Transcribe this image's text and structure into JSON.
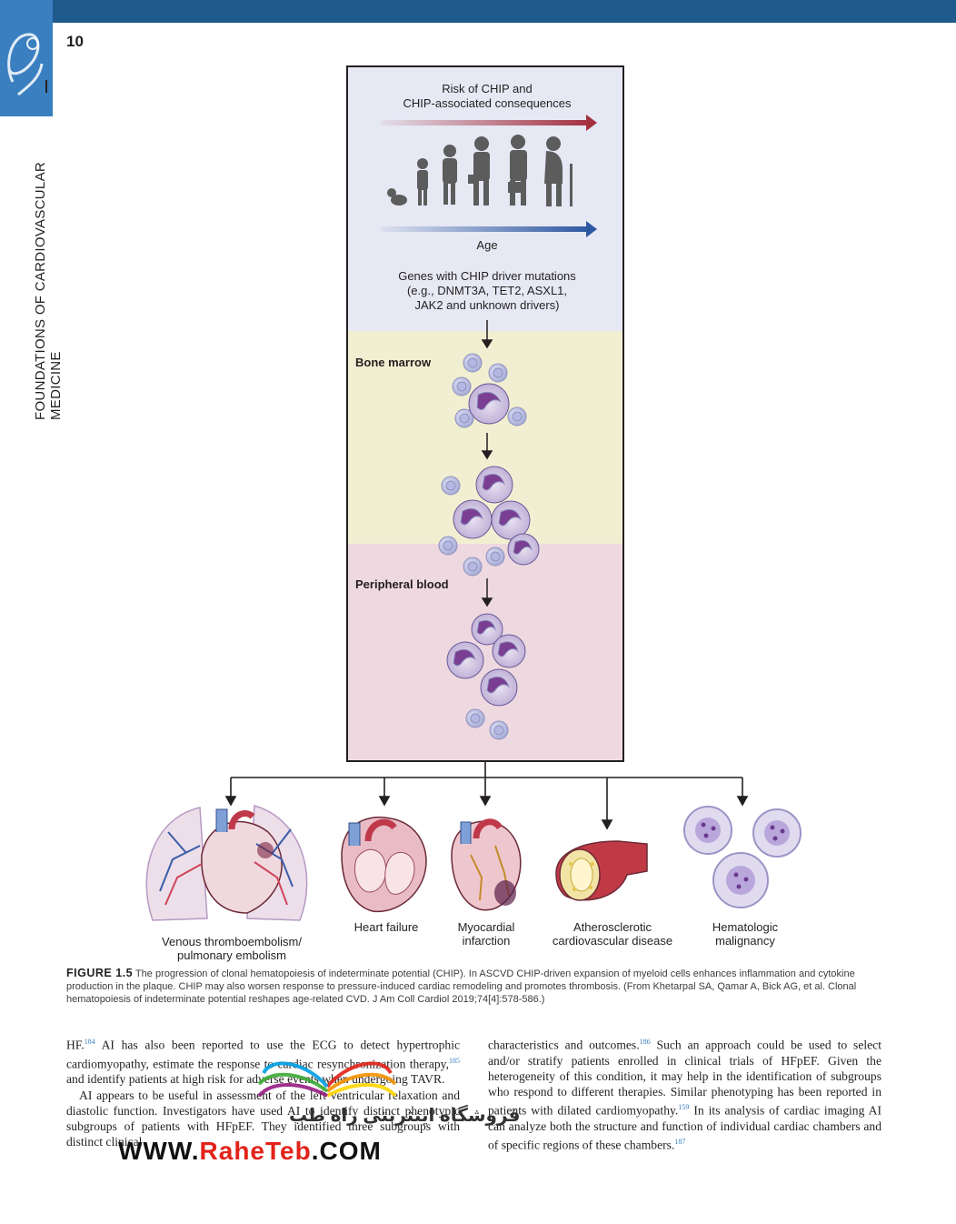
{
  "page": {
    "number": "10",
    "running_head": "FOUNDATIONS OF CARDIOVASCULAR MEDICINE"
  },
  "figure": {
    "risk_label_1": "Risk of CHIP and",
    "risk_label_2": "CHIP-associated consequences",
    "age_label": "Age",
    "genes_line_1": "Genes with CHIP driver mutations",
    "genes_line_2": "(e.g., DNMT3A, TET2, ASXL1,",
    "genes_line_3": "JAK2 and unknown drivers)",
    "bone_marrow": "Bone marrow",
    "peripheral_blood": "Peripheral blood",
    "outcomes": [
      {
        "line1": "Venous thromboembolism/",
        "line2": "pulmonary embolism"
      },
      {
        "line1": "Heart failure",
        "line2": ""
      },
      {
        "line1": "Myocardial",
        "line2": "infarction"
      },
      {
        "line1": "Atherosclerotic",
        "line2": "cardiovascular disease"
      },
      {
        "line1": "Hematologic",
        "line2": "malignancy"
      }
    ],
    "colors": {
      "blue_band": "#e6e8f4",
      "yellow_band": "#f1efd1",
      "pink_band": "#efd9e0",
      "risk_arrow": "#a3303f",
      "age_arrow": "#2d57a0"
    }
  },
  "caption": {
    "label": "FIGURE 1.5",
    "text": "The progression of clonal hematopoiesis of indeterminate potential (CHIP). In ASCVD CHIP-driven expansion of myeloid cells enhances inflammation and cytokine production in the plaque. CHIP may also worsen response to pressure-induced cardiac remodeling and promotes thrombosis. (From Khetarpal SA, Qamar A, Bick AG, et al. Clonal hematopoiesis of indeterminate potential reshapes age-related CVD. J Am Coll Cardiol 2019;74[4]:578-586.)"
  },
  "body": {
    "left_p1_a": "HF.",
    "left_p1_ref1": "184",
    "left_p1_b": " AI has also been reported to use the ECG to detect hypertrophic cardiomyopathy, estimate the response to cardiac resynchronization therapy,",
    "left_p1_ref2": "185",
    "left_p1_c": " and identify patients at high risk for adverse events when undergoing TAVR.",
    "left_p2": "AI appears to be useful in assessment of the left ventricular relaxation and diastolic function. Investigators have used AI to identify distinct phenotypic subgroups of patients with HFpEF. They identified three subgroups with distinct clinical",
    "right_p1_a": "characteristics and outcomes.",
    "right_p1_ref1": "186",
    "right_p1_b": " Such an approach could be used to select and/or stratify patients enrolled in clinical trials of HFpEF. Given the heterogeneity of this condition, it may help in the identification of subgroups who respond to different therapies. Similar phenotyping has been reported in patients with dilated cardiomyopathy.",
    "right_p1_ref2": "159",
    "right_p1_c": " In its analysis of cardiac imaging AI can analyze both the structure and function of individual cardiac chambers and of specific regions of these chambers.",
    "right_p1_ref3": "187"
  },
  "watermark": {
    "url_a": "WWW.",
    "url_b": "RaheTeb",
    "url_c": ".COM",
    "persian": "فروشگاه اینترنتی راه طب"
  }
}
